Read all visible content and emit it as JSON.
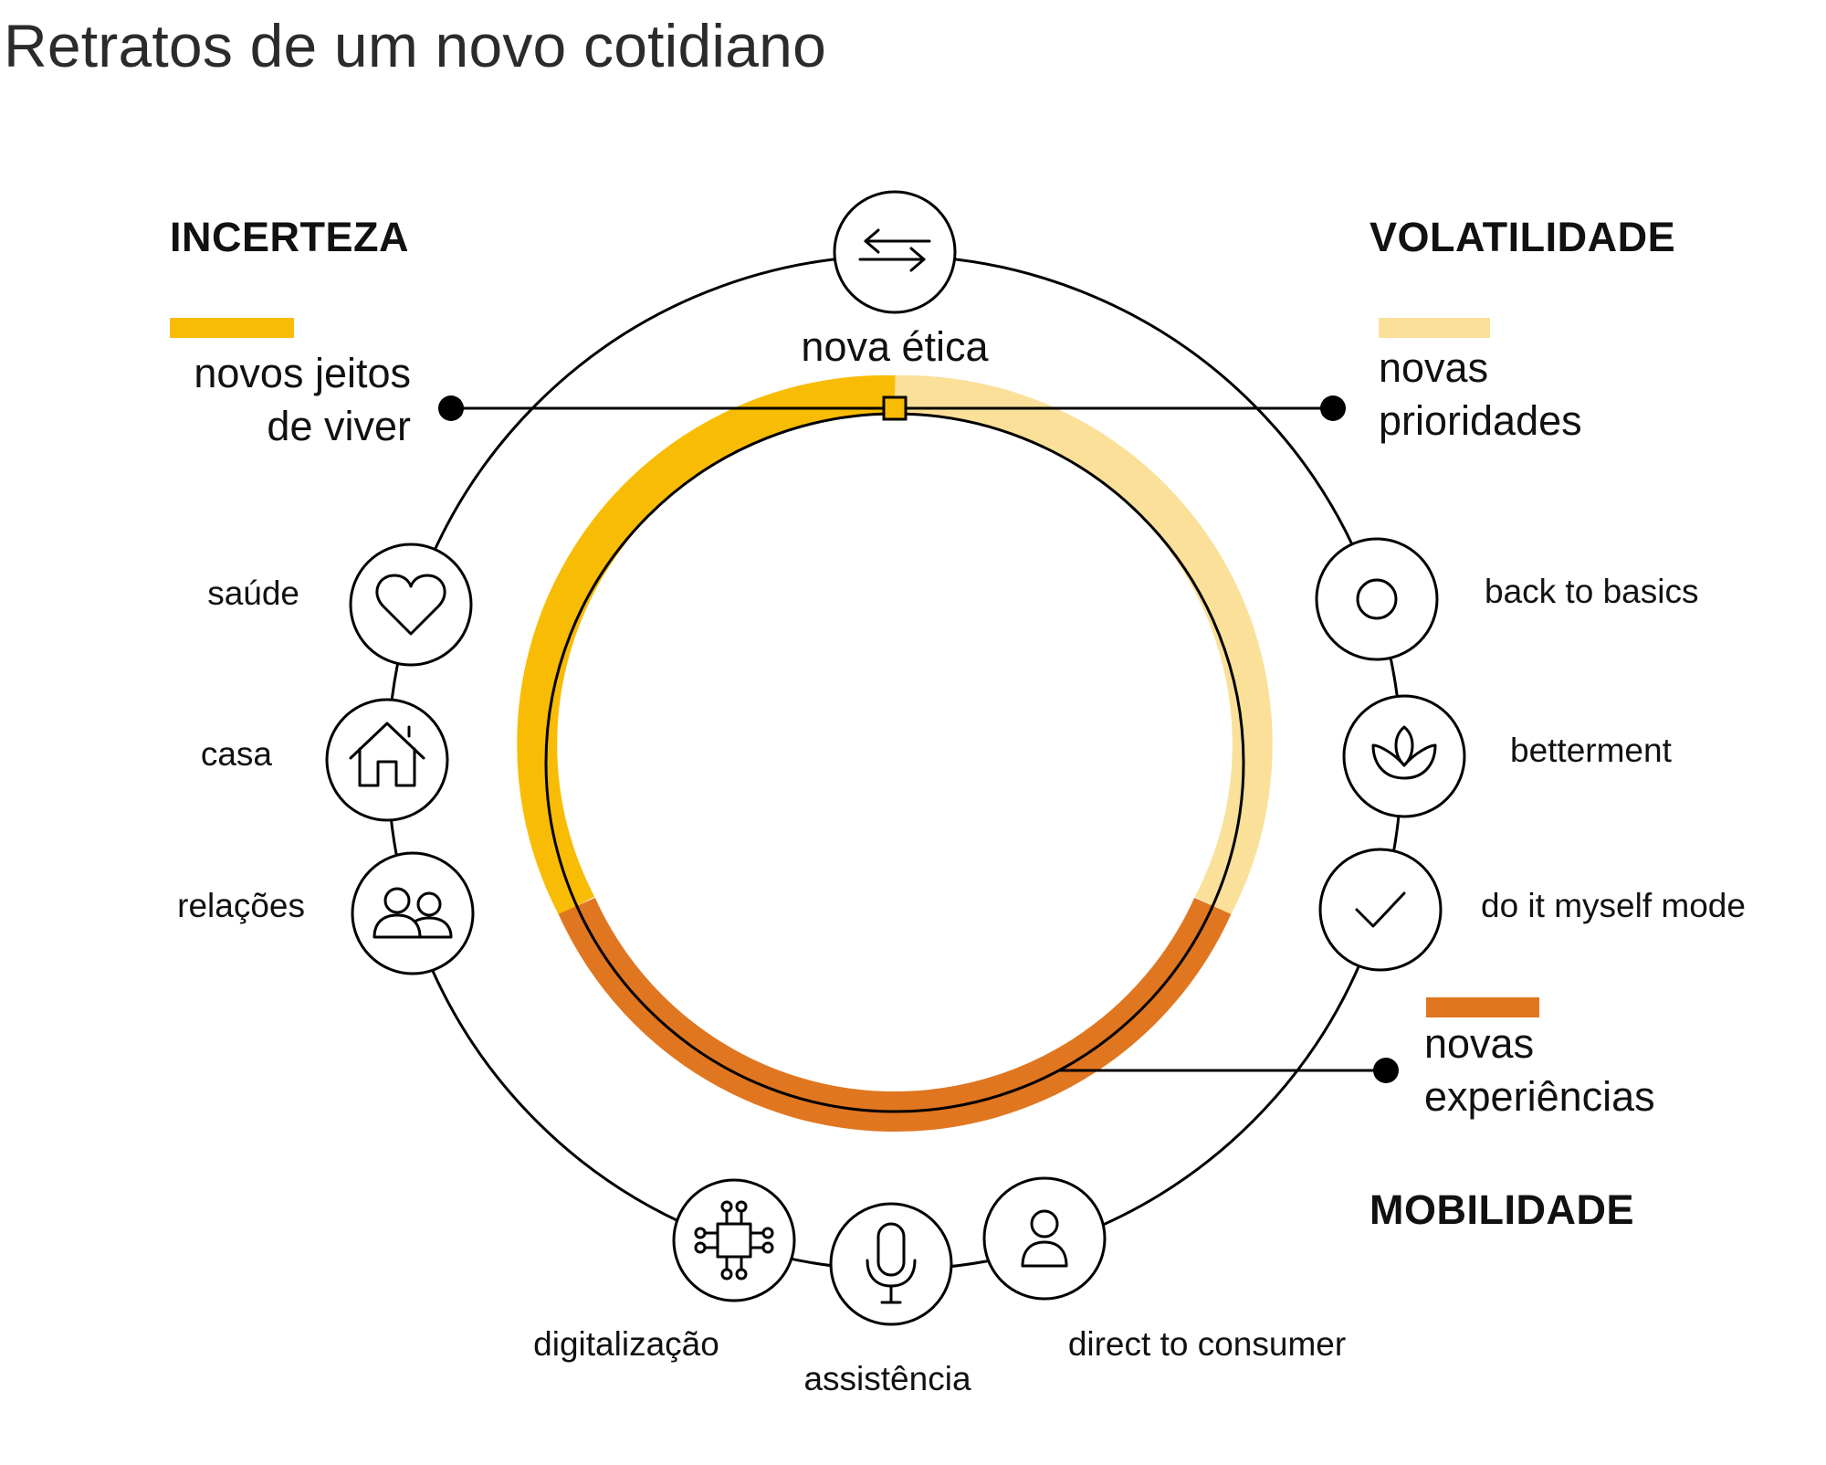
{
  "title": "Retratos de um novo cotidiano",
  "categories": {
    "incerteza": "INCERTEZA",
    "volatilidade": "VOLATILIDADE",
    "mobilidade": "MOBILIDADE"
  },
  "center": {
    "label": "nova ética",
    "icon": "swap-arrows-icon"
  },
  "groups": {
    "novos_jeitos": {
      "line1": "novos jeitos",
      "line2": "de viver",
      "color": "#F9BC05"
    },
    "novas_prioridades": {
      "line1": "novas",
      "line2": "prioridades",
      "color": "#FBE09A"
    },
    "novas_experiencias": {
      "line1": "novas",
      "line2": "experiências",
      "color": "#E07620"
    }
  },
  "nodes": {
    "saude": {
      "label": "saúde",
      "icon": "heart-icon"
    },
    "casa": {
      "label": "casa",
      "icon": "house-icon"
    },
    "relacoes": {
      "label": "relações",
      "icon": "people-icon"
    },
    "back_to_basics": {
      "label": "back to basics",
      "icon": "circle-icon"
    },
    "betterment": {
      "label": "betterment",
      "icon": "lotus-icon"
    },
    "do_it_myself": {
      "label": "do it myself mode",
      "icon": "checkmark-icon"
    },
    "digitalizacao": {
      "label": "digitalização",
      "icon": "chip-icon"
    },
    "assistencia": {
      "label": "assistência",
      "icon": "microphone-icon"
    },
    "direct_to_consumer": {
      "label": "direct to consumer",
      "icon": "person-icon"
    }
  }
}
